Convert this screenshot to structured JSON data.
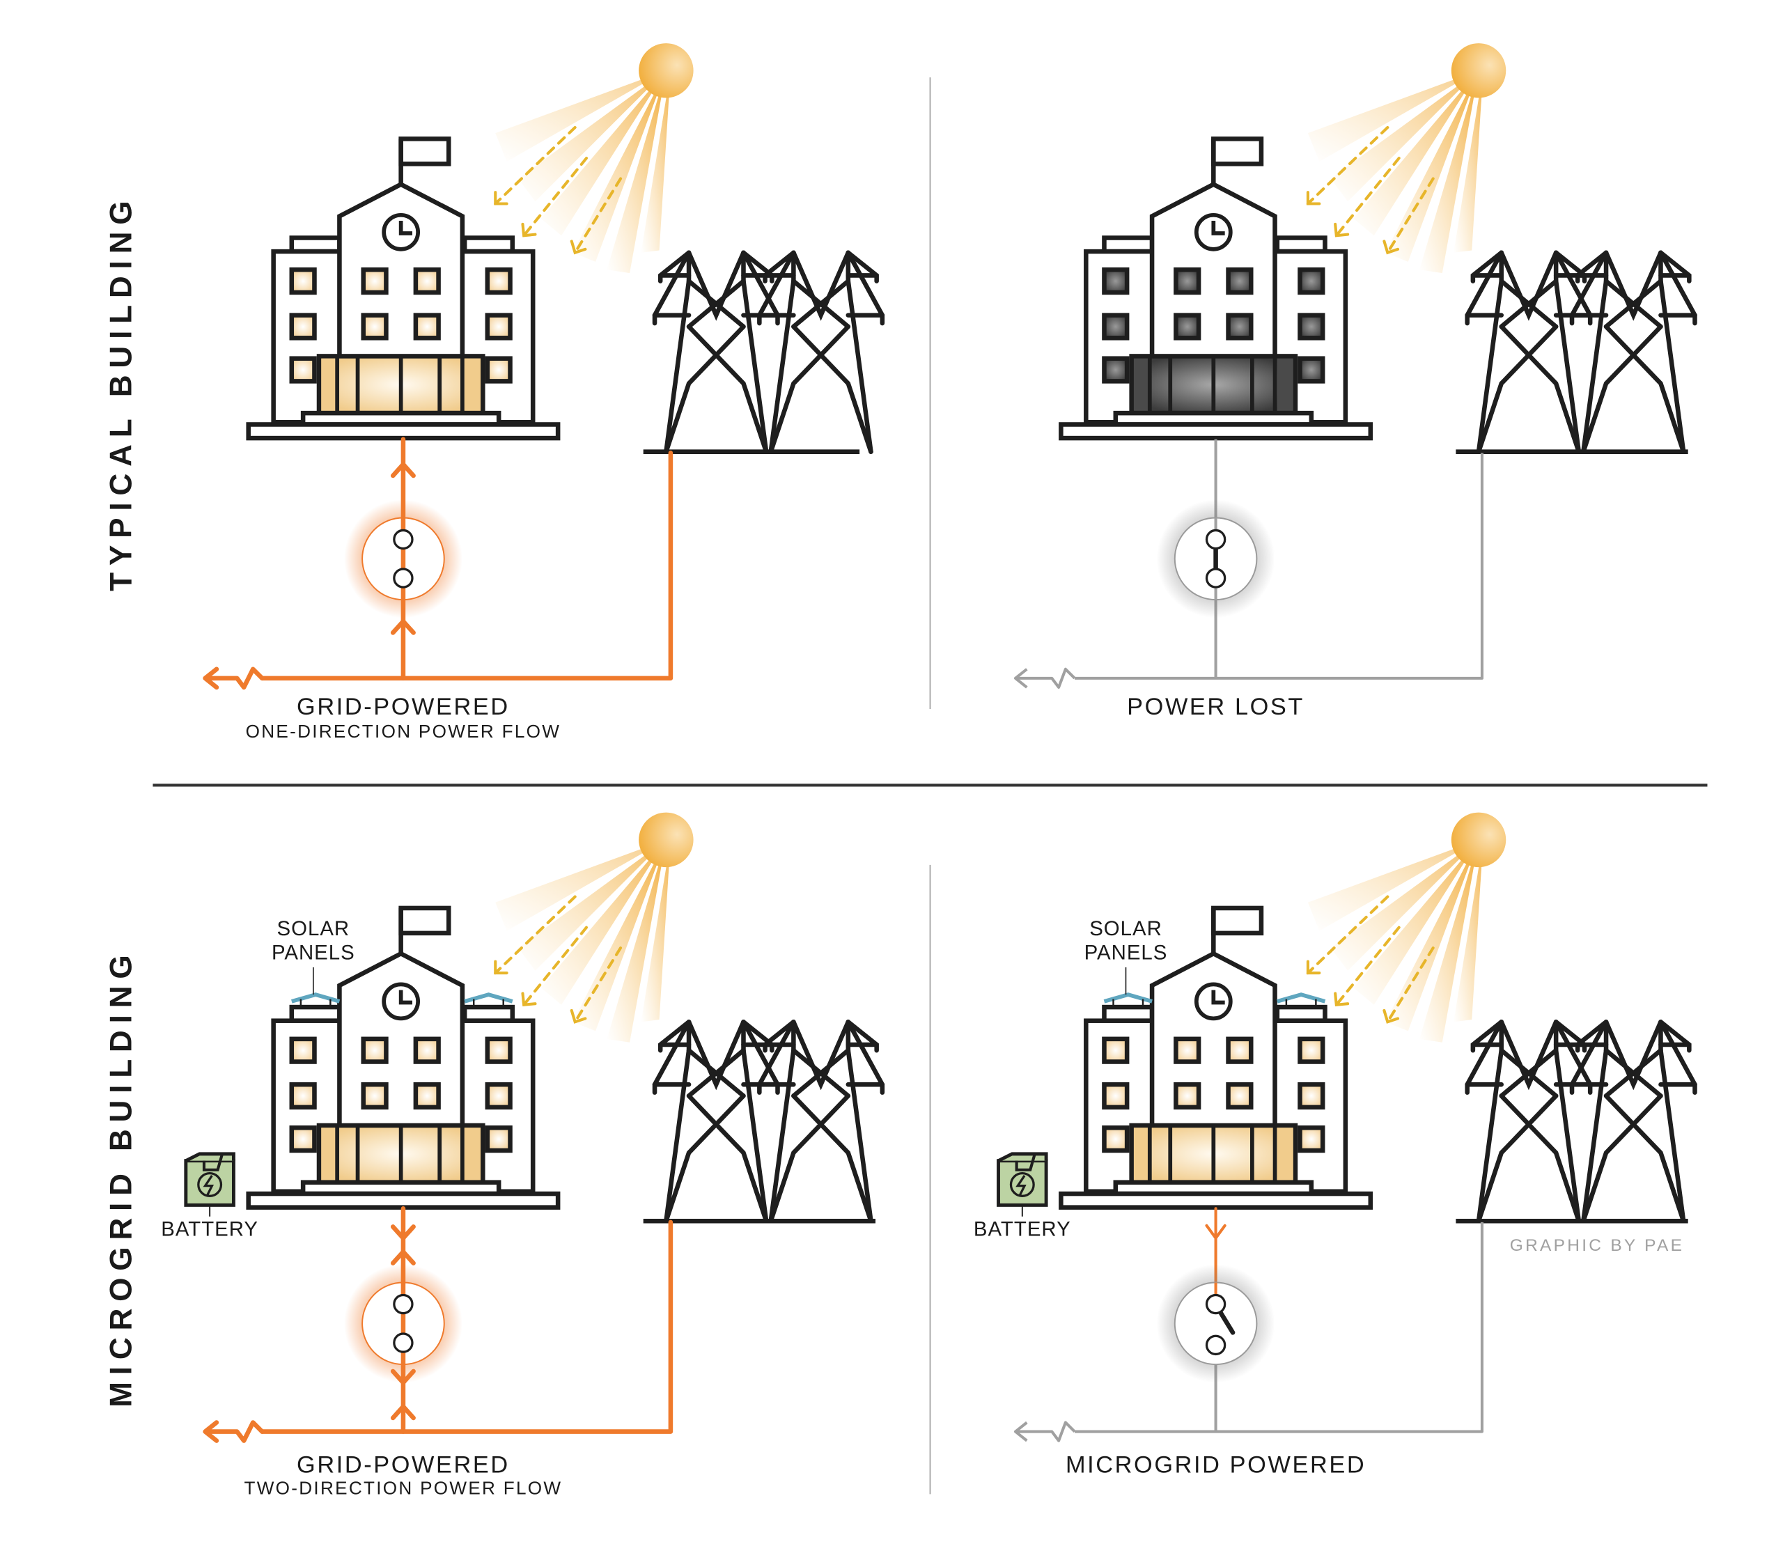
{
  "diagram": {
    "title": "Typical building vs. microgrid building power flow",
    "colors": {
      "grid_flow": "#ef7a2c",
      "inactive_line": "#a0a0a0",
      "outline": "#1e1e1e",
      "lit_window": "#f6d39b",
      "dark_window": "#3a3a3a",
      "sun": "#f2b544",
      "solar_panel": "#5fa6bf",
      "battery": "#bcd3a3"
    },
    "rows": [
      {
        "label": "TYPICAL BUILDING"
      },
      {
        "label": "MICROGRID BUILDING"
      }
    ],
    "panels": [
      {
        "id": "typical-grid",
        "title": "GRID-POWERED",
        "subtitle": "ONE-DIRECTION POWER FLOW",
        "building_state": "lit",
        "switch_state": "connected",
        "flow": "one-direction"
      },
      {
        "id": "typical-outage",
        "title": "POWER LOST",
        "subtitle": "",
        "building_state": "dark",
        "switch_state": "closed-no-power",
        "flow": "none"
      },
      {
        "id": "microgrid-grid",
        "title": "GRID-POWERED",
        "subtitle": "TWO-DIRECTION POWER FLOW",
        "building_state": "lit",
        "switch_state": "connected",
        "flow": "two-direction",
        "solar_label_line1": "SOLAR",
        "solar_label_line2": "PANELS",
        "battery_label": "BATTERY"
      },
      {
        "id": "microgrid-island",
        "title": "MICROGRID POWERED",
        "subtitle": "",
        "building_state": "lit",
        "switch_state": "open",
        "flow": "island",
        "solar_label_line1": "SOLAR",
        "solar_label_line2": "PANELS",
        "battery_label": "BATTERY"
      }
    ],
    "credit": "GRAPHIC BY PAE"
  }
}
